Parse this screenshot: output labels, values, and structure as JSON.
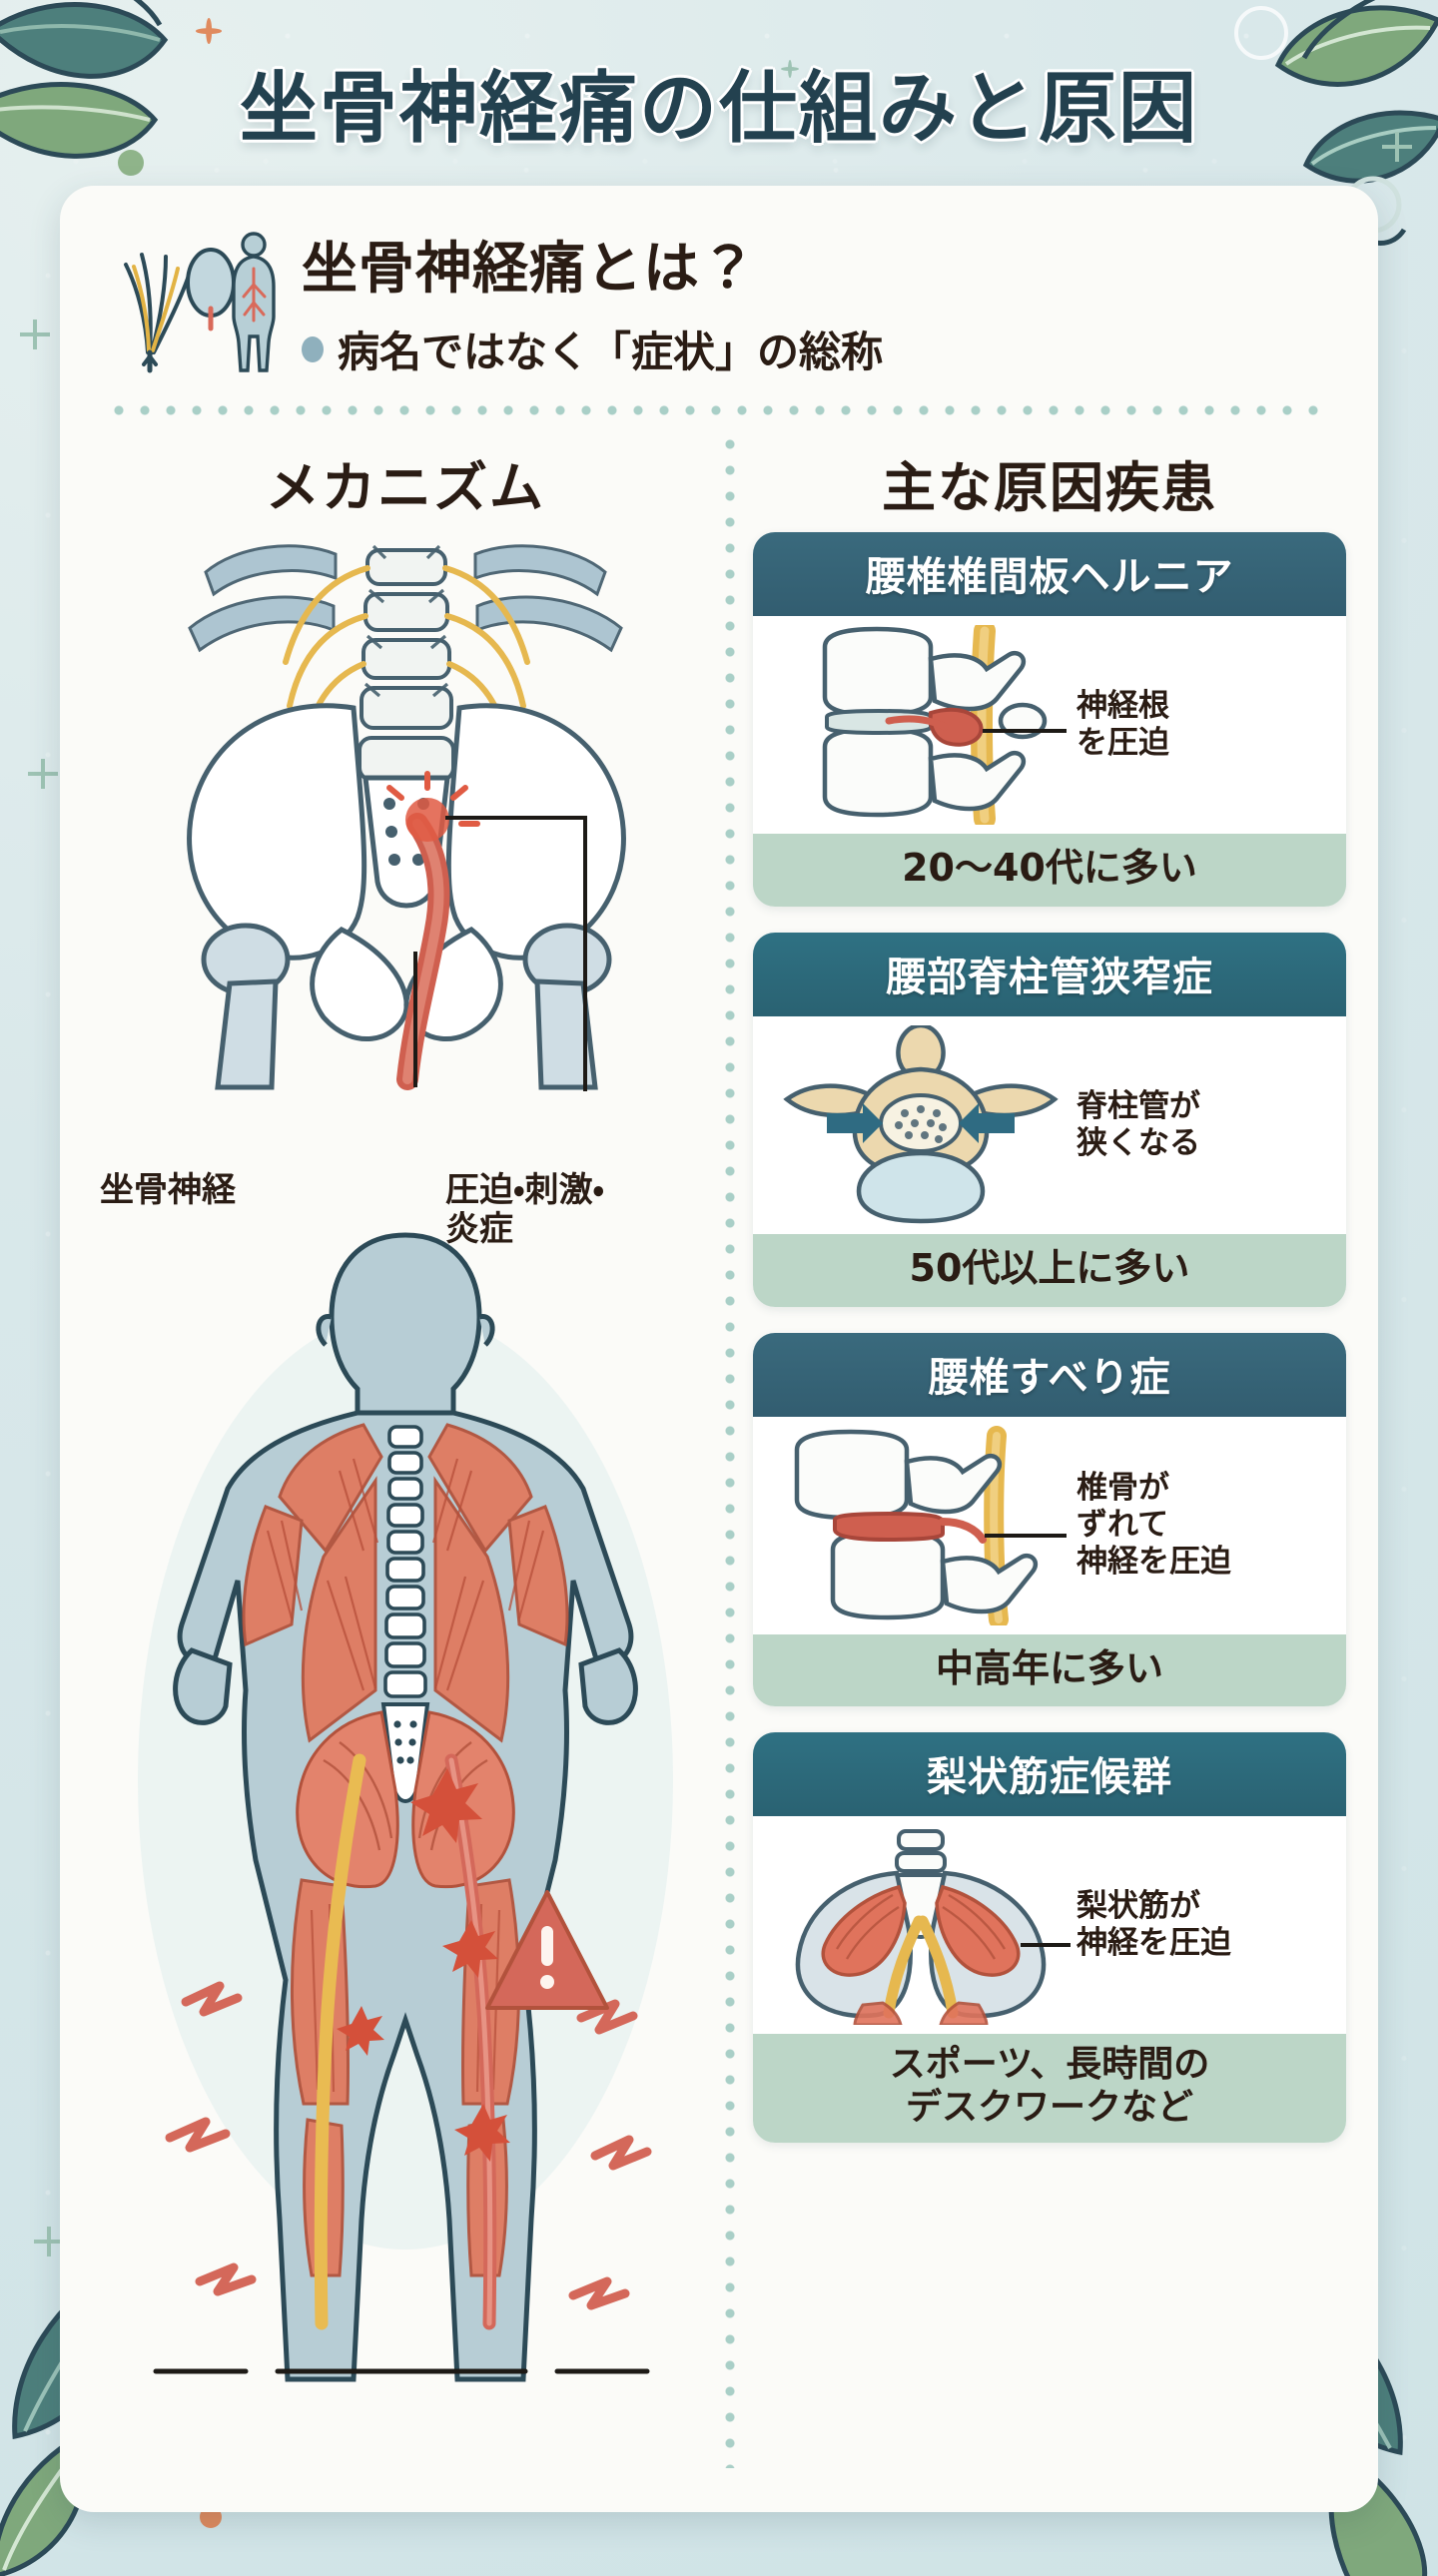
{
  "page": {
    "title": "坐骨神経痛の仕組みと原因",
    "background_color": "#d9e8ea",
    "card_color": "#fbfbf8",
    "accent_teal": "#325d70",
    "accent_green": "#bcd6c7",
    "text_color": "#2a1c14"
  },
  "intro": {
    "heading": "坐骨神経痛とは？",
    "bullet": "病名ではなく「症状」の総称",
    "icon": "nerve-body-icon"
  },
  "sections": {
    "mechanism_heading": "メカニズム",
    "causes_heading": "主な原因疾患"
  },
  "mechanism": {
    "label_nerve": "坐骨神経",
    "label_compression": "圧迫・刺激・\n炎症",
    "alert_icon": "warning-triangle-icon",
    "illustration_top": "pelvis-sciatic-nerve-diagram",
    "illustration_bottom": "human-back-body-diagram"
  },
  "diseases": [
    {
      "name": "腰椎椎間板ヘルニア",
      "note": "神経根\nを圧迫",
      "age": "20〜40代に多い",
      "art": "herniated-disc-icon"
    },
    {
      "name": "腰部脊柱管狭窄症",
      "note": "脊柱管が\n狭くなる",
      "age": "50代以上に多い",
      "art": "spinal-stenosis-icon"
    },
    {
      "name": "腰椎すべり症",
      "note": "椎骨が\nずれて\n神経を圧迫",
      "age": "中高年に多い",
      "art": "spondylolisthesis-icon"
    },
    {
      "name": "梨状筋症候群",
      "note": "梨状筋が\n神経を圧迫",
      "age": "スポーツ、長時間の\nデスクワークなど",
      "art": "piriformis-syndrome-icon"
    }
  ]
}
